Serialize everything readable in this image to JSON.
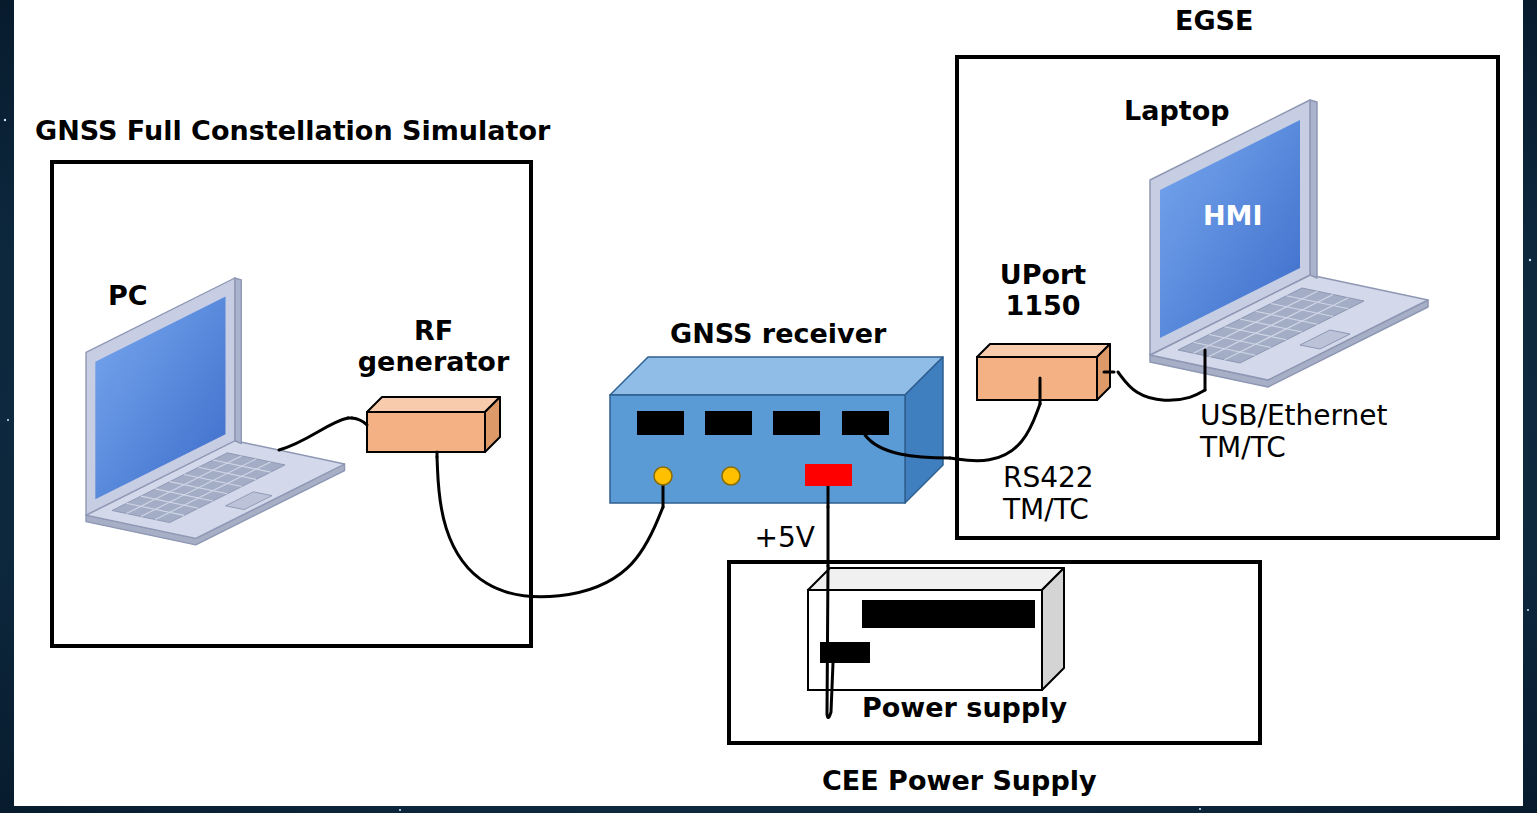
{
  "diagram": {
    "nodes": [
      {
        "text": [
          "GNSS Full Constellation Simulator"
        ]
      },
      {
        "text": [
          "PC"
        ],
        "in": 0
      },
      {
        "text": [
          "RF generator"
        ],
        "in": 0
      },
      {
        "text": [
          "GNSS receiver"
        ]
      },
      {
        "text": [
          "EGSE"
        ]
      },
      {
        "text": [
          "Laptop",
          "HMI"
        ],
        "in": 4
      },
      {
        "text": [
          "UPort 1150"
        ],
        "in": 4
      },
      {
        "text": [
          "CEE Power Supply"
        ]
      },
      {
        "text": [
          "Power supply"
        ],
        "in": 7
      }
    ],
    "edges": [
      {
        "from": 1,
        "to": 2,
        "arrow": "none"
      },
      {
        "from": 2,
        "to": 3,
        "arrow": "none"
      },
      {
        "from": 3,
        "to": 6,
        "label": "RS422 TM/TC",
        "arrow": "none"
      },
      {
        "from": 6,
        "to": 5,
        "label": "USB/Ethernet TM/TC",
        "arrow": "none"
      },
      {
        "from": 3,
        "to": 8,
        "label": "+5V",
        "arrow": "none"
      }
    ]
  }
}
